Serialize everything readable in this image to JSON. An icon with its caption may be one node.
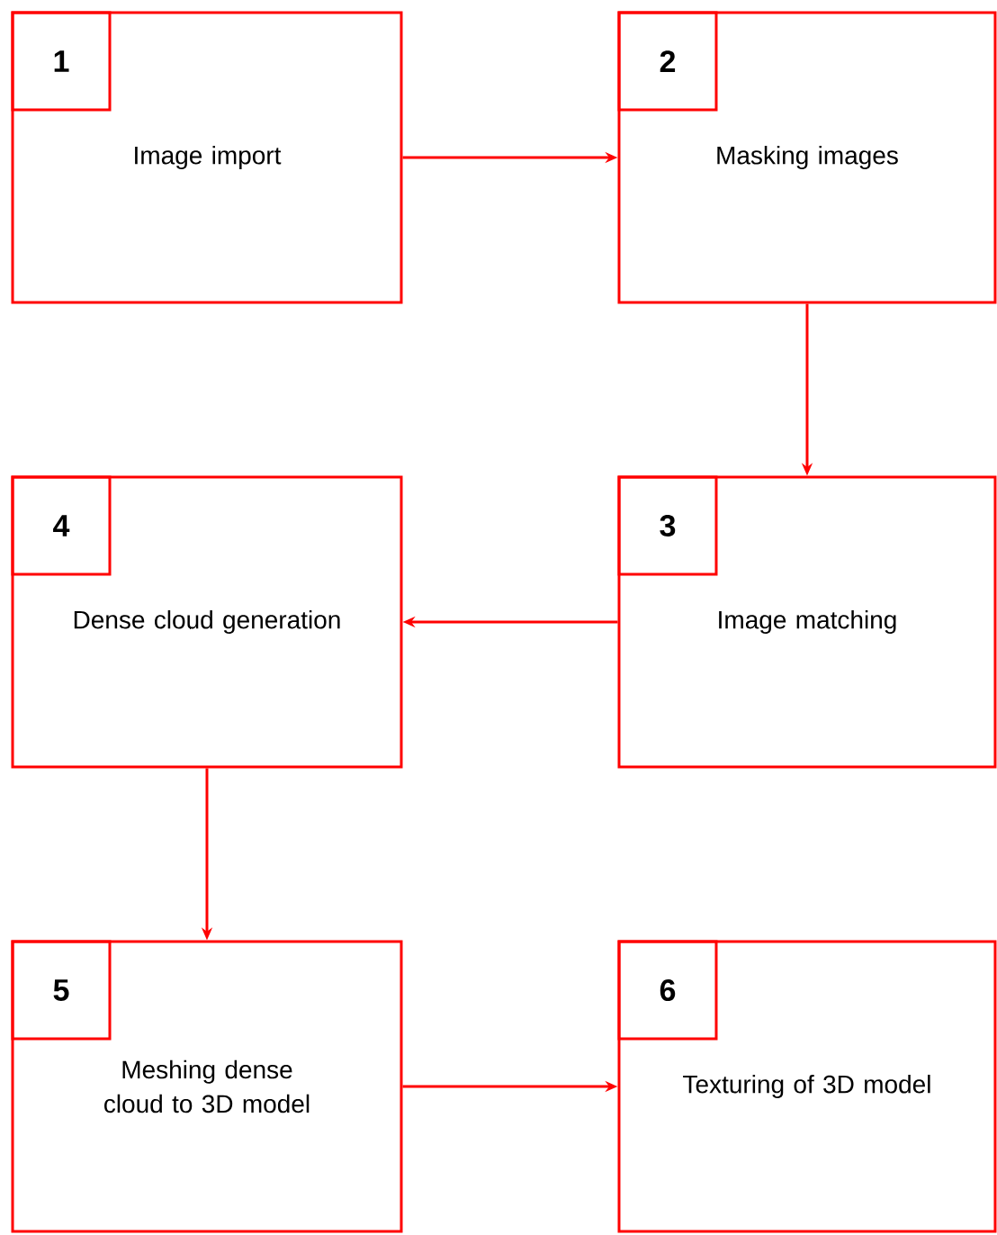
{
  "diagram": {
    "nodes": [
      {
        "text": [
          "Image import"
        ]
      },
      {
        "text": [
          "1"
        ],
        "in": 0
      },
      {
        "text": [
          "Masking images"
        ]
      },
      {
        "text": [
          "2"
        ],
        "in": 2
      },
      {
        "text": [
          "Image matching"
        ]
      },
      {
        "text": [
          "3"
        ],
        "in": 4
      },
      {
        "text": [
          "Dense cloud generation"
        ]
      },
      {
        "text": [
          "4"
        ],
        "in": 6
      },
      {
        "text": [
          "Meshing dense cloud to 3D model"
        ]
      },
      {
        "text": [
          "5"
        ],
        "in": 8
      },
      {
        "text": [
          "Texturing of 3D model"
        ]
      },
      {
        "text": [
          "6"
        ],
        "in": 10
      }
    ],
    "edges": [
      {
        "from": 0,
        "to": 2,
        "arrow": "to"
      },
      {
        "from": 2,
        "to": 4,
        "arrow": "to"
      },
      {
        "from": 4,
        "to": 6,
        "arrow": "to"
      },
      {
        "from": 6,
        "to": 8,
        "arrow": "to"
      },
      {
        "from": 8,
        "to": 10,
        "arrow": "to"
      }
    ]
  }
}
